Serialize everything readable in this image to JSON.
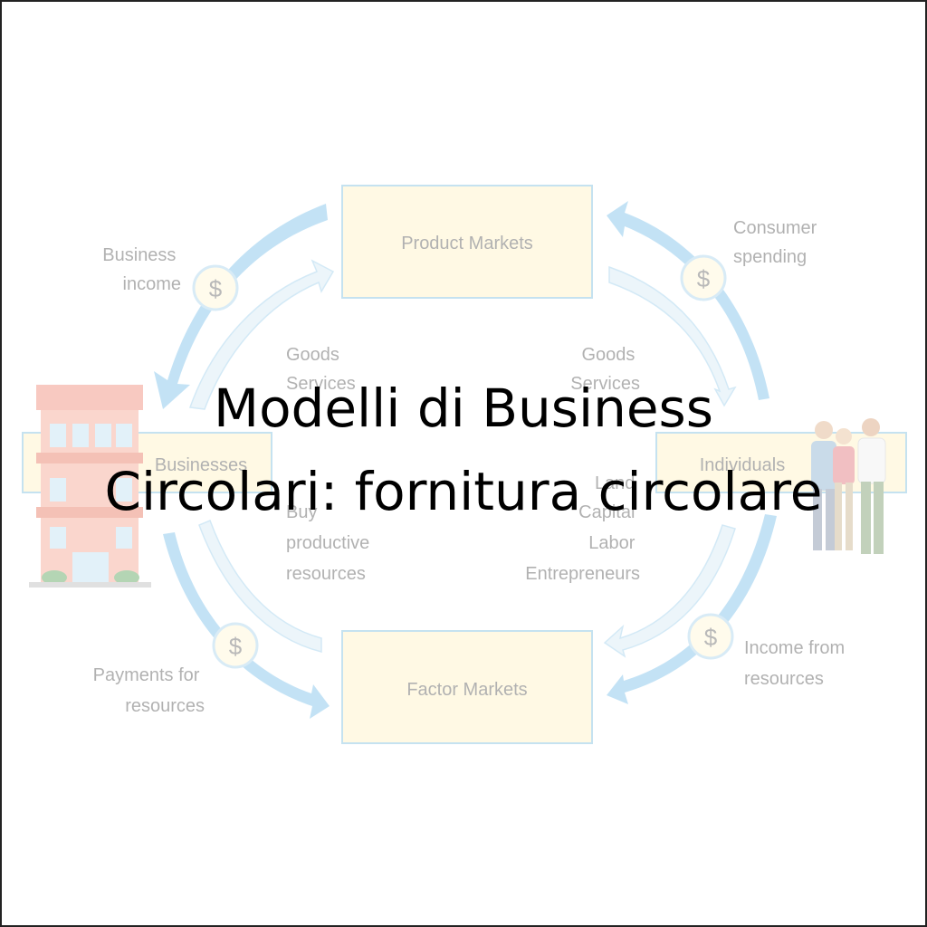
{
  "title": {
    "line1": "Modelli di Business",
    "line2": "Circolari: fornitura circolare"
  },
  "nodes": {
    "product_markets": "Product Markets",
    "factor_markets": "Factor Markets",
    "businesses": "Businesses",
    "individuals": "Individuals"
  },
  "labels": {
    "business_income": [
      "Business",
      "income"
    ],
    "consumer_spending": [
      "Consumer",
      "spending"
    ],
    "goods_services_left": [
      "Goods",
      "Services"
    ],
    "goods_services_right": [
      "Goods",
      "Services"
    ],
    "buy_resources": [
      "Buy",
      "productive",
      "resources"
    ],
    "factors": [
      "Land",
      "Capital",
      "Labor",
      "Entrepreneurs"
    ],
    "payments": [
      "Payments for",
      "resources"
    ],
    "income_from": [
      "Income from",
      "resources"
    ]
  },
  "coin_symbol": "$",
  "colors": {
    "box_fill": "#fff3c4",
    "box_stroke": "#7fc0e0",
    "arrow_blue": "#7cc1ea",
    "arrow_light": "#d6ebf6"
  }
}
